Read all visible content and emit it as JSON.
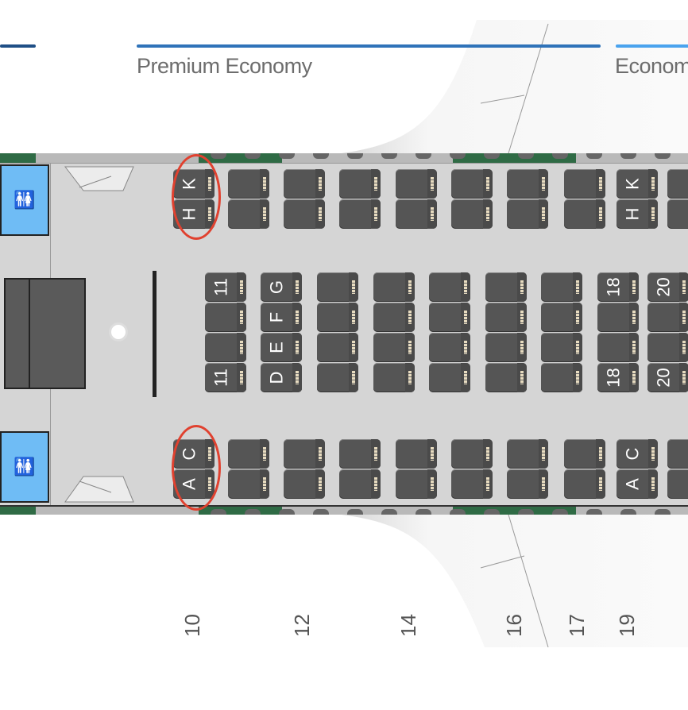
{
  "cabins": [
    {
      "label": "",
      "color": "#1f4f86"
    },
    {
      "label": "Premium Economy",
      "color": "#2f73b9"
    },
    {
      "label": "Economy",
      "color": "#4aa3ee"
    }
  ],
  "icons": {
    "lavatory": "lavatory-icon",
    "galley": "meal-icon"
  },
  "seats": {
    "window_columns": [
      {
        "row": "10",
        "top": [
          "K",
          "H"
        ],
        "bottom": [
          "C",
          "A"
        ],
        "highlighted": true
      },
      {
        "row": "",
        "top": [
          "",
          ""
        ],
        "bottom": [
          "",
          ""
        ]
      },
      {
        "row": "",
        "top": [
          "",
          ""
        ],
        "bottom": [
          "",
          ""
        ]
      },
      {
        "row": "",
        "top": [
          "",
          ""
        ],
        "bottom": [
          "",
          ""
        ]
      },
      {
        "row": "",
        "top": [
          "",
          ""
        ],
        "bottom": [
          "",
          ""
        ]
      },
      {
        "row": "",
        "top": [
          "",
          ""
        ],
        "bottom": [
          "",
          ""
        ]
      },
      {
        "row": "",
        "top": [
          "",
          ""
        ],
        "bottom": [
          "",
          ""
        ]
      },
      {
        "row": "",
        "top": [
          "",
          ""
        ],
        "bottom": [
          "",
          ""
        ]
      },
      {
        "row": "19",
        "top": [
          "K",
          "H"
        ],
        "bottom": [
          "C",
          "A"
        ]
      },
      {
        "row": "",
        "top": [
          "",
          ""
        ],
        "bottom": [
          "",
          ""
        ]
      }
    ],
    "center_columns": [
      {
        "labels": [
          "11",
          "",
          "",
          "11"
        ]
      },
      {
        "labels": [
          "G",
          "F",
          "E",
          "D"
        ]
      },
      {
        "labels": [
          "",
          "",
          "",
          ""
        ]
      },
      {
        "labels": [
          "",
          "",
          "",
          ""
        ]
      },
      {
        "labels": [
          "",
          "",
          "",
          ""
        ]
      },
      {
        "labels": [
          "",
          "",
          "",
          ""
        ]
      },
      {
        "labels": [
          "",
          "",
          "",
          ""
        ]
      },
      {
        "labels": [
          "18",
          "",
          "",
          "18"
        ]
      },
      {
        "labels": [
          "20",
          "",
          "",
          "20"
        ]
      }
    ]
  },
  "row_numbers": [
    "10",
    "12",
    "14",
    "16",
    "17",
    "19"
  ],
  "highlight_color": "#e0412f"
}
